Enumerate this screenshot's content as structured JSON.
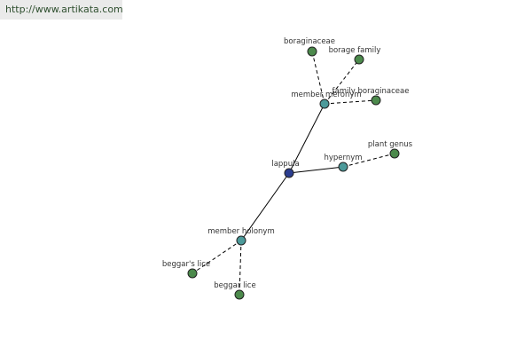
{
  "url": "http://www.artikata.com",
  "colors": {
    "center": "#2b3d8f",
    "relation": "#4c9a9a",
    "leaf": "#4c8a4c"
  },
  "nodes": [
    {
      "id": "lappula",
      "label": "lappula",
      "kind": "center"
    },
    {
      "id": "member-meronym",
      "label": "member meronym",
      "kind": "relation"
    },
    {
      "id": "hypernym",
      "label": "hypernym",
      "kind": "relation"
    },
    {
      "id": "member-holonym",
      "label": "member holonym",
      "kind": "relation"
    },
    {
      "id": "boraginaceae",
      "label": "boraginaceae",
      "kind": "leaf"
    },
    {
      "id": "borage-family",
      "label": "borage family",
      "kind": "leaf"
    },
    {
      "id": "family-boraginaceae",
      "label": "family boraginaceae",
      "kind": "leaf"
    },
    {
      "id": "plant-genus",
      "label": "plant genus",
      "kind": "leaf"
    },
    {
      "id": "beggars-lice-1",
      "label": "beggar's lice",
      "kind": "leaf"
    },
    {
      "id": "beggar-lice",
      "label": "beggar lice",
      "kind": "leaf"
    }
  ],
  "edges": [
    {
      "from": "lappula",
      "to": "member-meronym",
      "style": "solid"
    },
    {
      "from": "lappula",
      "to": "hypernym",
      "style": "solid"
    },
    {
      "from": "lappula",
      "to": "member-holonym",
      "style": "solid"
    },
    {
      "from": "member-meronym",
      "to": "boraginaceae",
      "style": "dashed"
    },
    {
      "from": "member-meronym",
      "to": "borage-family",
      "style": "dashed"
    },
    {
      "from": "member-meronym",
      "to": "family-boraginaceae",
      "style": "dashed"
    },
    {
      "from": "hypernym",
      "to": "plant-genus",
      "style": "dashed"
    },
    {
      "from": "member-holonym",
      "to": "beggars-lice-1",
      "style": "dashed"
    },
    {
      "from": "member-holonym",
      "to": "beggar-lice",
      "style": "dashed"
    }
  ]
}
